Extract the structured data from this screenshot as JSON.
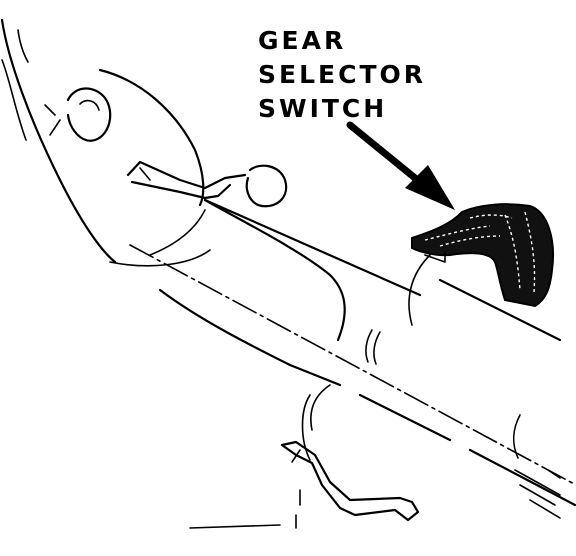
{
  "label": {
    "lines": [
      "GEAR",
      "SELECTOR",
      "SWITCH"
    ]
  },
  "colors": {
    "ink": "#000000",
    "paper": "#ffffff"
  }
}
